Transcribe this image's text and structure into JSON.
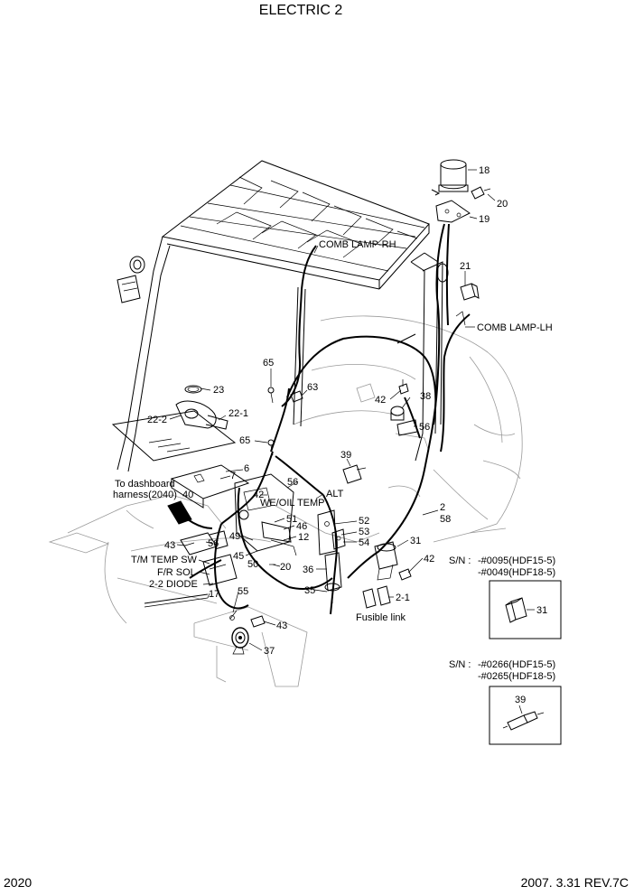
{
  "title": "ELECTRIC 2",
  "footer": {
    "page_number": "2020",
    "revision": "2007. 3.31 REV.7C"
  },
  "callouts": {
    "c18": "18",
    "c20": "20",
    "c19": "19",
    "comb_lamp_rh": "COMB LAMP-RH",
    "c21": "21",
    "comb_lamp_lh": "COMB LAMP-LH",
    "c65a": "65",
    "c63": "63",
    "c42a": "42",
    "c38": "38",
    "c56a": "56",
    "c23": "23",
    "c22_2": "22-2",
    "c22_1": "22-1",
    "c65b": "65",
    "c6": "6",
    "c7": "7",
    "c39": "39",
    "dash_line1": "To dashboard",
    "dash_line2": "harness(2040)",
    "c40": "40",
    "c42b": "42",
    "c56b": "56",
    "we_oil_temp": "WE/OIL TEMP",
    "alt": "ALT",
    "c2": "2",
    "c58": "58",
    "c51": "51",
    "c46": "46",
    "c12": "12",
    "c52": "52",
    "c53": "53",
    "c54": "54",
    "c49": "49",
    "c43a": "43",
    "c56c": "56",
    "c45": "45",
    "c50": "50",
    "c20b": "20",
    "c31": "31",
    "c42c": "42",
    "c36": "36",
    "tm_temp_sw": "T/M TEMP SW",
    "fr_sol": "F/R SOL",
    "diode": "2-2 DIODE",
    "c17": "17",
    "c55": "55",
    "c35": "35",
    "c2_1": "2-1",
    "fusible_link": "Fusible link",
    "c43b": "43",
    "c37": "37"
  },
  "insets": [
    {
      "sn_prefix": "S/N : ",
      "sn_line1": "-#0095(HDF15-5)",
      "sn_line2": "-#0049(HDF18-5)",
      "part": "31"
    },
    {
      "sn_prefix": "S/N : ",
      "sn_line1": "-#0266(HDF15-5)",
      "sn_line2": "-#0265(HDF18-5)",
      "part": "39"
    }
  ]
}
